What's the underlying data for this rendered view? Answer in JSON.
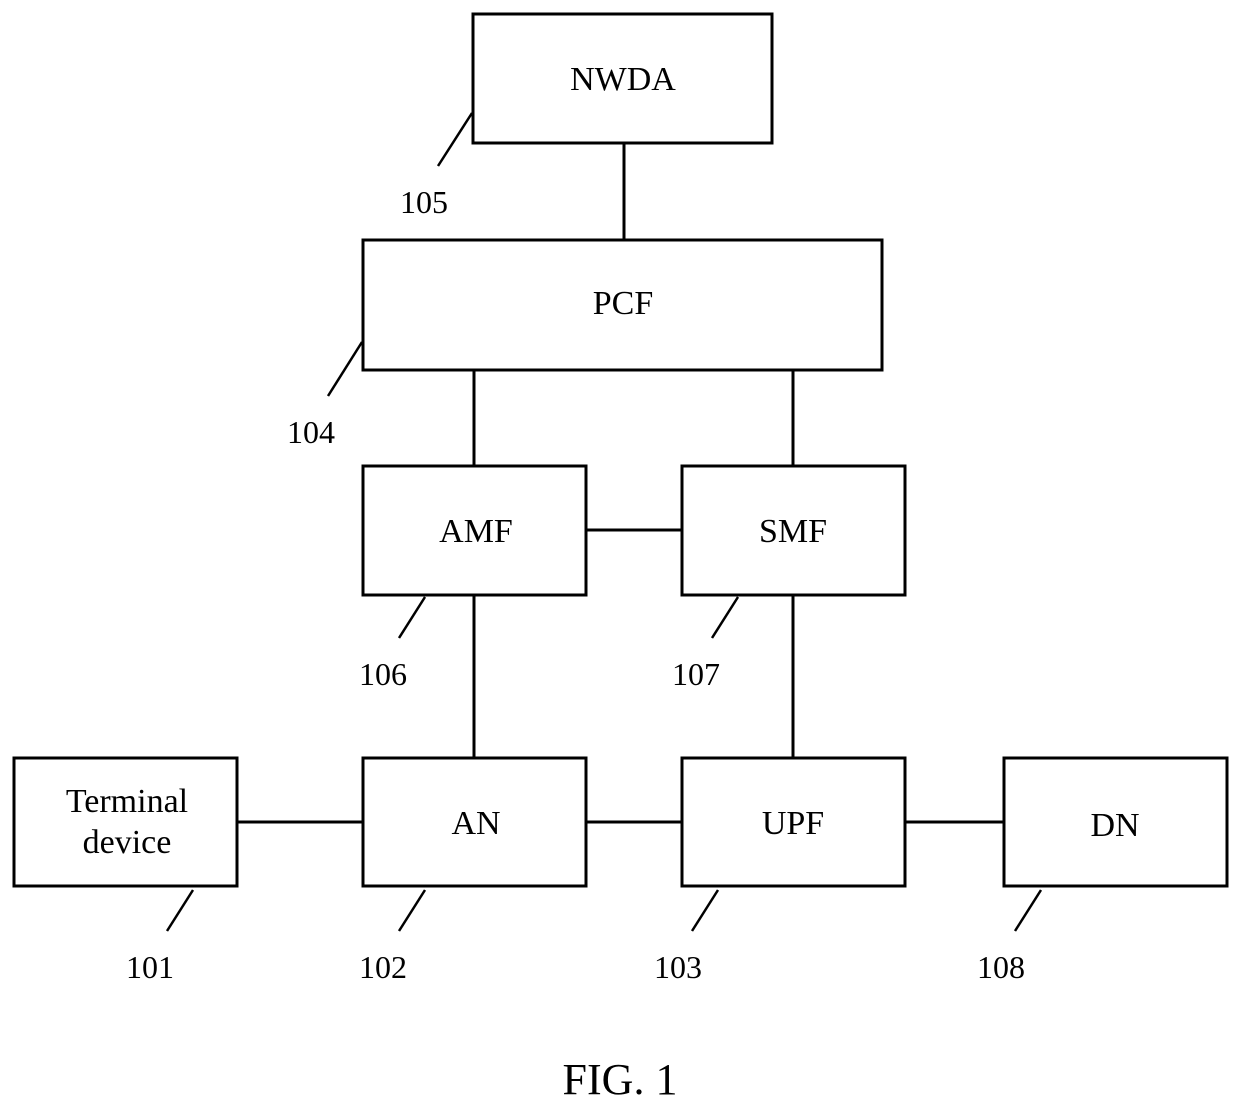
{
  "nodes": {
    "nwda": {
      "label": "NWDA",
      "ref": "105"
    },
    "pcf": {
      "label": "PCF",
      "ref": "104"
    },
    "amf": {
      "label": "AMF",
      "ref": "106"
    },
    "smf": {
      "label": "SMF",
      "ref": "107"
    },
    "terminal": {
      "label_line1": "Terminal",
      "label_line2": "device",
      "ref": "101"
    },
    "an": {
      "label": "AN",
      "ref": "102"
    },
    "upf": {
      "label": "UPF",
      "ref": "103"
    },
    "dn": {
      "label": "DN",
      "ref": "108"
    }
  },
  "caption": "FIG. 1"
}
